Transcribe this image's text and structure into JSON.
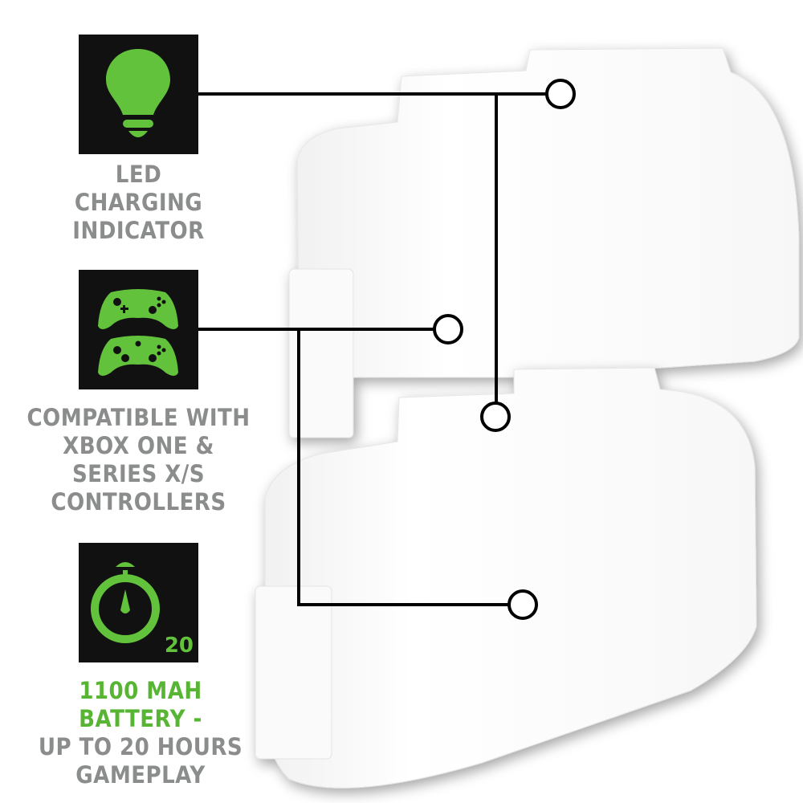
{
  "features": [
    {
      "icon": "lightbulb-icon",
      "lines": [
        "LED",
        "CHARGING",
        "INDICATOR"
      ]
    },
    {
      "icon": "controllers-icon",
      "lines": [
        "COMPATIBLE WITH",
        "XBOX ONE &",
        "SERIES X/S",
        "CONTROLLERS"
      ]
    },
    {
      "icon": "stopwatch-icon",
      "badge": "20",
      "highlight_lines": [
        "1100 MAH",
        "BATTERY -"
      ],
      "lines": [
        "UP TO 20 HOURS",
        "GAMEPLAY"
      ]
    }
  ],
  "colors": {
    "accent_green": "#63c23b",
    "text_gray": "#8a8d8c",
    "icon_bg": "#111111"
  }
}
